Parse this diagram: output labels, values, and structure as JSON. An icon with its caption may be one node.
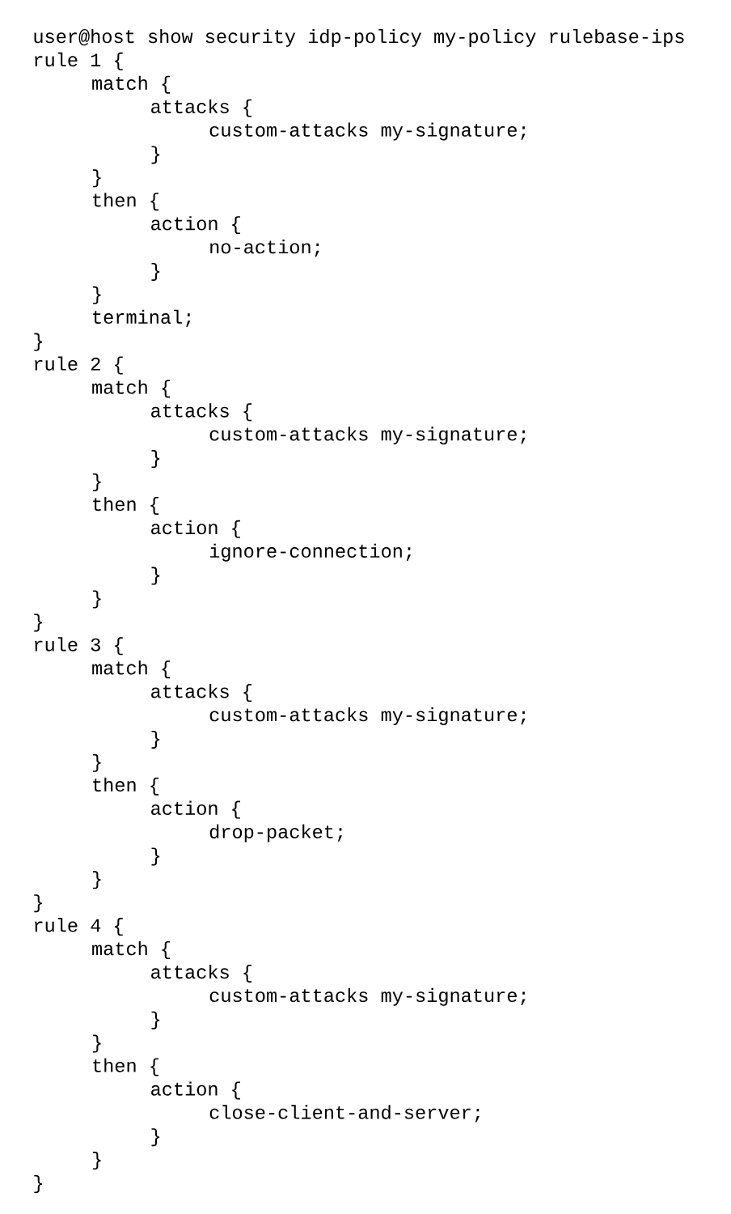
{
  "diagram": {
    "labels": [
      "user@host show security idp-policy my-policy rulebase-ips",
      "rule 1 {",
      "match {",
      "attacks {",
      "custom-attacks my-signature;",
      "}",
      "}",
      "then {",
      "action {",
      "no-action;",
      "}",
      "}",
      "terminal;",
      "}",
      "rule 2 {",
      "match {",
      "attacks {",
      "custom-attacks my-signature;",
      "}",
      "}",
      "then {",
      "action {",
      "ignore-connection;",
      "}",
      "}",
      "}",
      "rule 3 {",
      "match {",
      "attacks {",
      "custom-attacks my-signature;",
      "}",
      "}",
      "then {",
      "action {",
      "drop-packet;",
      "}",
      "}",
      "}",
      "rule 4 {",
      "match {",
      "attacks {",
      "custom-attacks my-signature;",
      "}",
      "}",
      "then {",
      "action {",
      "close-client-and-server;",
      "}",
      "}",
      "}"
    ]
  }
}
